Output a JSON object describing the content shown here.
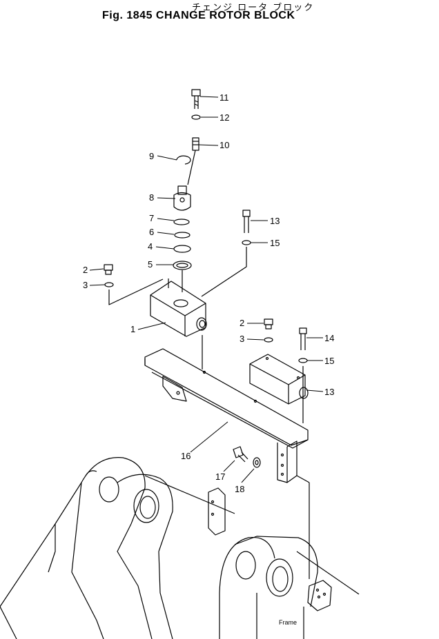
{
  "title": {
    "japanese": "チェンジ ロータ ブロック",
    "english": "Fig. 1845 CHANGE ROTOR BLOCK"
  },
  "callouts": [
    "1",
    "2",
    "3",
    "4",
    "5",
    "6",
    "7",
    "8",
    "9",
    "10",
    "11",
    "12",
    "13",
    "14",
    "15",
    "16",
    "17",
    "18",
    "2",
    "3",
    "14",
    "15"
  ],
  "frame_label": "Frame"
}
